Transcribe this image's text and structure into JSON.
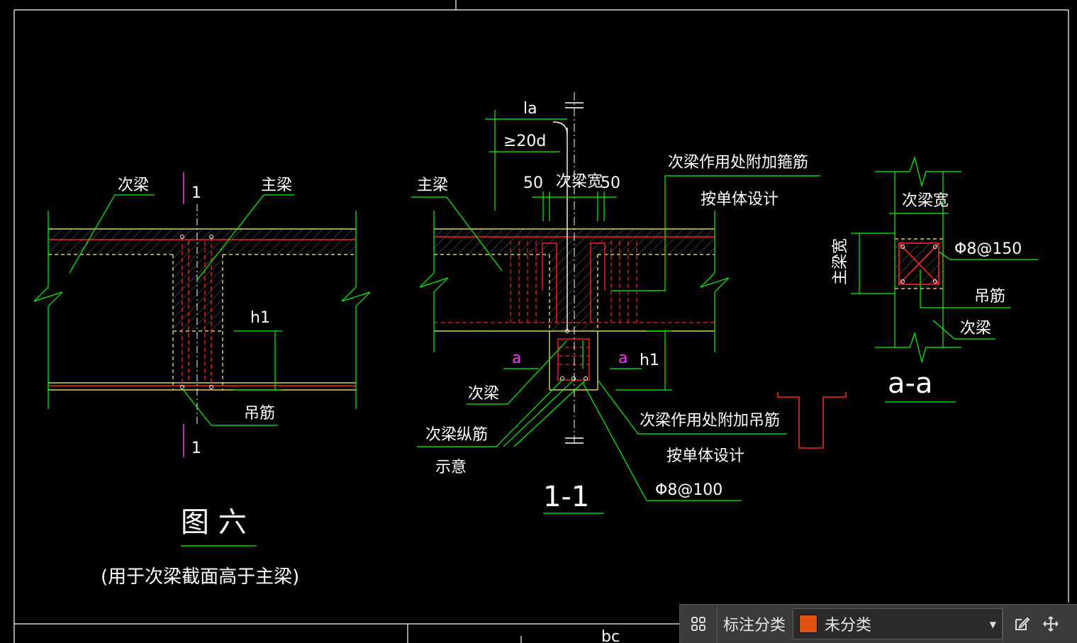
{
  "drawing": {
    "fig6": {
      "label_secondary_beam": "次梁",
      "label_main_beam": "主梁",
      "section_mark_top": "1",
      "section_mark_bottom": "1",
      "label_h1": "h1",
      "label_hanger": "吊筋",
      "title": "图 六",
      "subtitle": "(用于次梁截面高于主梁)"
    },
    "section_1_1": {
      "label_la": "la",
      "label_20d": "≥20d",
      "label_50_left": "50",
      "label_width": "次梁宽",
      "label_50_right": "50",
      "label_main_beam": "主梁",
      "label_stirrup_note": "次梁作用处附加箍筋",
      "label_stirrup_note2": "按单体设计",
      "label_a_left": "a",
      "label_a_right": "a",
      "label_h1": "h1",
      "label_secondary_beam": "次梁",
      "label_long_bar": "次梁纵筋",
      "label_long_bar2": "示意",
      "label_hanger_note": "次梁作用处附加吊筋",
      "label_hanger_note2": "按单体设计",
      "label_spacing": "Φ8@100",
      "title": "1-1"
    },
    "section_a_a": {
      "label_width": "次梁宽",
      "label_main_width": "主梁宽",
      "label_spacing": "Φ8@150",
      "label_hanger": "吊筋",
      "label_secondary_beam": "次梁",
      "title": "a-a"
    },
    "bottom_fragment": "bc"
  },
  "toolbar": {
    "grid_icon": "grid-icon",
    "category_label": "标注分类",
    "selected_option": "未分类",
    "swatch_color": "#e0520f",
    "edit_icon": "edit-icon",
    "move_icon": "move-icon"
  },
  "colors": {
    "background": "#000000",
    "frame": "#ffffff",
    "leader": "#00ff00",
    "rebar": "#ff2020",
    "concrete_edge": "#ffff66",
    "section_mark": "#ff33ff"
  }
}
